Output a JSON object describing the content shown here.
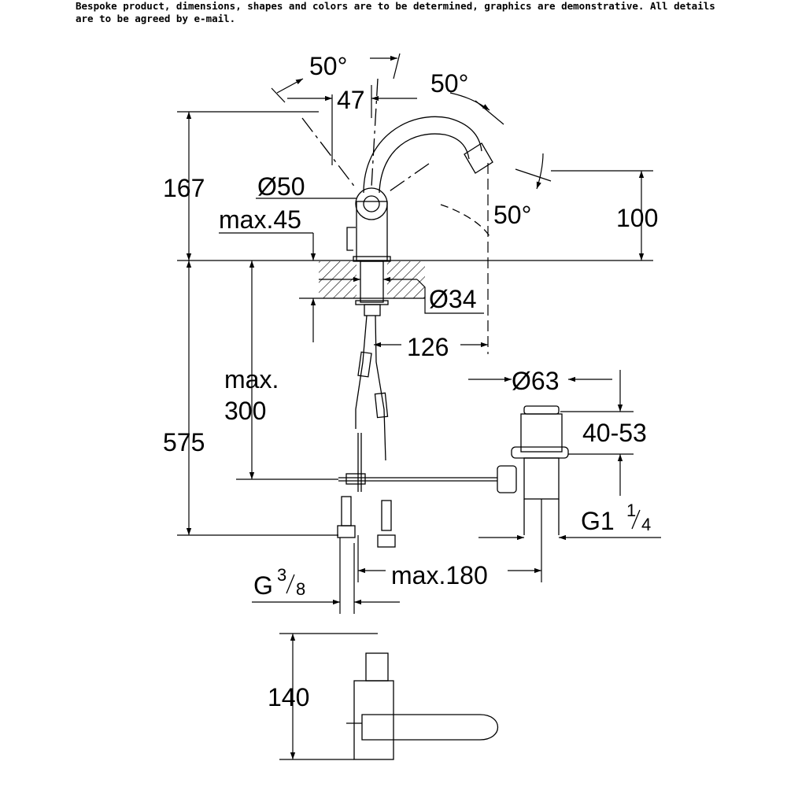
{
  "disclaimer": "Bespoke product, dimensions, shapes and colors are to be determined, graphics are demonstrative. All details are to be agreed by e-mail.",
  "colors": {
    "line": "#000000",
    "background": "#ffffff"
  },
  "dims": {
    "angle_top_left": "50°",
    "angle_top_right": "50°",
    "angle_spout": "50°",
    "width_47": "47",
    "height_167": "167",
    "dia_50": "Ø50",
    "max_45": "max.45",
    "height_100": "100",
    "dia_34": "Ø34",
    "reach_126": "126",
    "dia_63": "Ø63",
    "max_label": "max.",
    "max_300": "300",
    "range_40_53": "40-53",
    "height_575": "575",
    "thread_g1": "G1",
    "thread_g1_num": "1",
    "thread_g1_den": "4",
    "max_180": "max.180",
    "thread_g": "G",
    "thread_g_num": "3",
    "thread_g_den": "8",
    "depth_140": "140"
  }
}
